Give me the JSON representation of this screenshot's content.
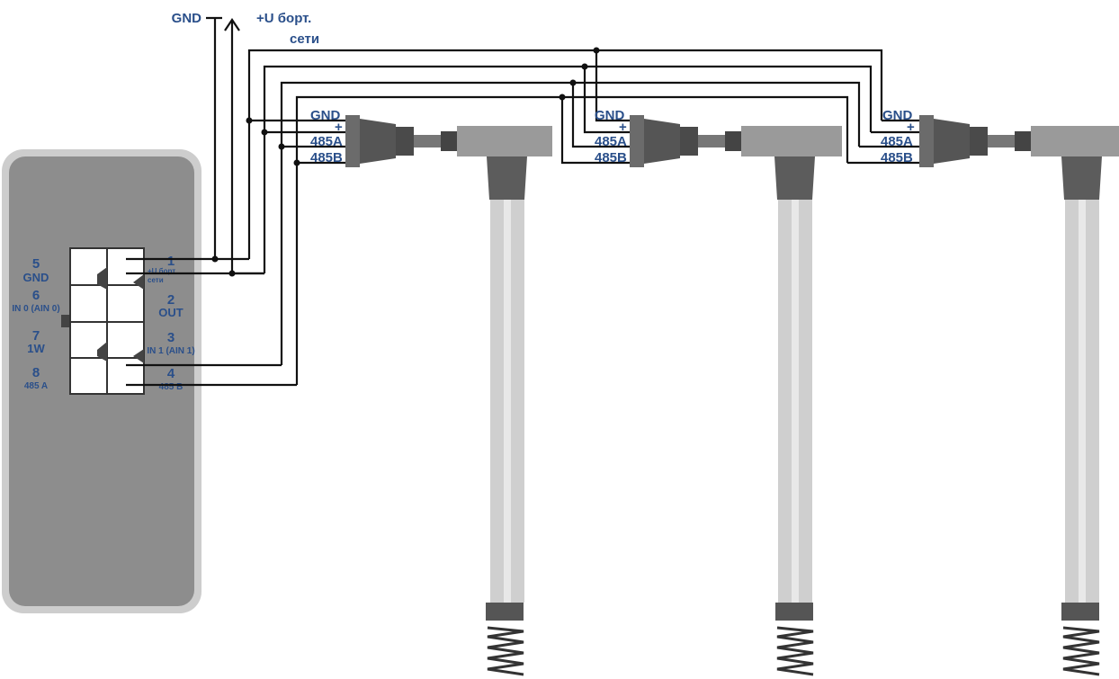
{
  "supply": {
    "gnd_label": "GND",
    "plus_label_line1": "+U борт.",
    "plus_label_line2": "сети"
  },
  "terminal": {
    "left_pins": [
      {
        "num": "5",
        "signal": "GND"
      },
      {
        "num": "6",
        "signal": "IN 0 (AIN 0)"
      },
      {
        "num": "7",
        "signal": "1W"
      },
      {
        "num": "8",
        "signal": "485 A"
      }
    ],
    "right_pins": [
      {
        "num": "1",
        "signal_line1": "+U борт",
        "signal_line2": "сети"
      },
      {
        "num": "2",
        "signal": "OUT"
      },
      {
        "num": "3",
        "signal": "IN 1 (AIN 1)"
      },
      {
        "num": "4",
        "signal": "485 B"
      }
    ]
  },
  "sensor_connector_labels": [
    "GND",
    "+",
    "485A",
    "485B"
  ],
  "sensor_count": 3
}
